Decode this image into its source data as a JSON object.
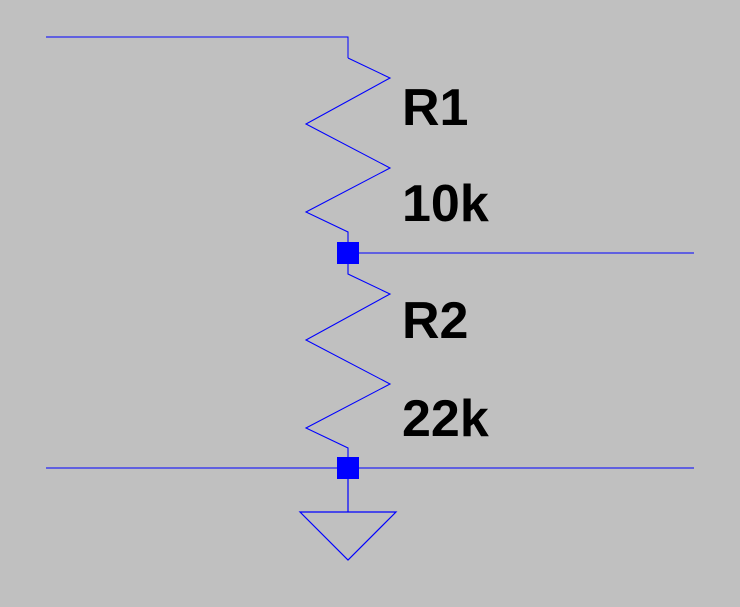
{
  "schematic": {
    "components": [
      {
        "designator": "R1",
        "value": "10k",
        "type": "resistor"
      },
      {
        "designator": "R2",
        "value": "22k",
        "type": "resistor"
      }
    ],
    "wire_color": "#0000ff",
    "background_color": "#c0c0c0",
    "ground_symbol": "ground-icon"
  }
}
